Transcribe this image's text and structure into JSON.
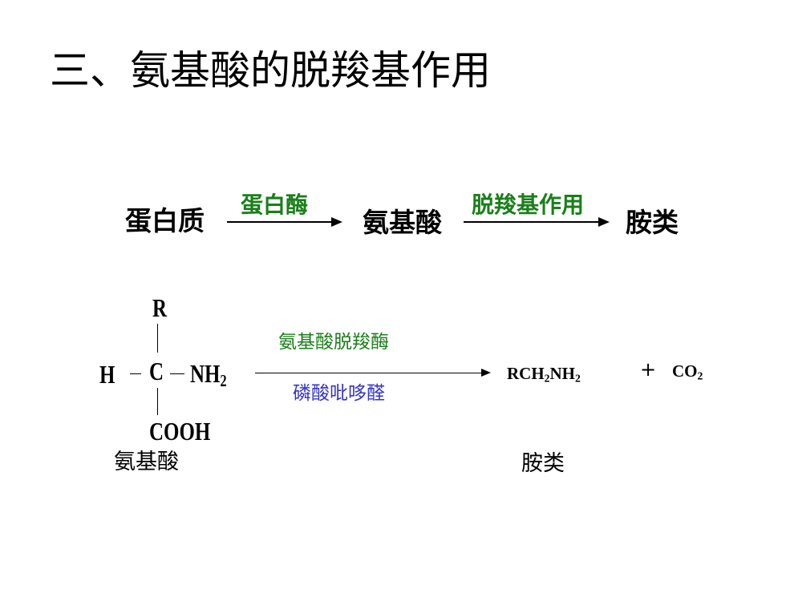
{
  "title": "三、氨基酸的脱羧基作用",
  "pathway": {
    "step1": "蛋白质",
    "enzyme1": "蛋白酶",
    "step2": "氨基酸",
    "enzyme2": "脱羧基作用",
    "step3": "胺类"
  },
  "reaction": {
    "structure": {
      "top": "R",
      "left": "H",
      "center": "C",
      "right_main": "NH",
      "right_sub": "2",
      "bottom": "COOH"
    },
    "enzyme_above": "氨基酸脱羧酶",
    "cofactor_below": "磷酸吡哆醛",
    "product1": {
      "p1": "RCH",
      "s1": "2",
      "p2": "NH",
      "s2": "2"
    },
    "plus": "+",
    "product2": {
      "p1": "CO",
      "s1": "2"
    },
    "reactant_label": "氨基酸",
    "product_label": "胺类"
  },
  "colors": {
    "green": "#1a7f1a",
    "blue": "#3333cc"
  }
}
